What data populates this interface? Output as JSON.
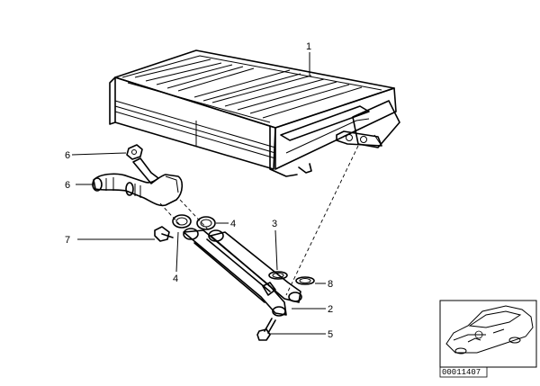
{
  "callouts": {
    "c1": "1",
    "c2": "2",
    "c3": "3",
    "c4a": "4",
    "c4b": "4",
    "c5": "5",
    "c6a": "6",
    "c6b": "6",
    "c7": "7",
    "c8": "8"
  },
  "inset": {
    "reference_number": "00011407"
  }
}
